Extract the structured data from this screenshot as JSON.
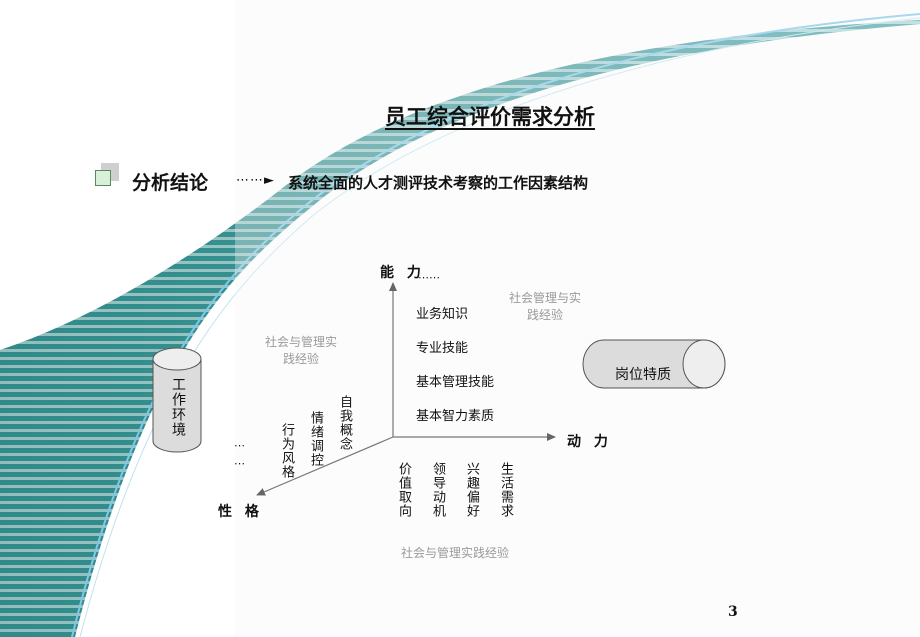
{
  "title": "员工综合评价需求分析",
  "section": {
    "label": "分析结论",
    "arrow": "⋯⋯►",
    "subtitle": "系统全面的人才测评技术考察的工作因素结构"
  },
  "diagram": {
    "axes": {
      "ability": "能 力",
      "motivation": "动 力",
      "personality": "性 格"
    },
    "ability_items": [
      "⋯⋯",
      "业务知识",
      "专业技能",
      "基本管理技能",
      "基本智力素质"
    ],
    "motivation_items": [
      "价值取向",
      "领导动机",
      "兴趣偏好",
      "生活需求"
    ],
    "personality_items": [
      "自我概念",
      "情绪调控",
      "行为风格",
      "⋯",
      "⋯"
    ],
    "social_practice_left": "社会与管理实践经验",
    "social_practice_right": "社会管理与实践经验",
    "social_practice_bottom": "社会与管理实践经验",
    "work_environment": "工作环境",
    "position_traits": "岗位特质"
  },
  "page_number": "3",
  "colors": {
    "band": "#3a9a9a",
    "band_dark": "#1f7f7f",
    "arc": "#7fc8e8"
  }
}
